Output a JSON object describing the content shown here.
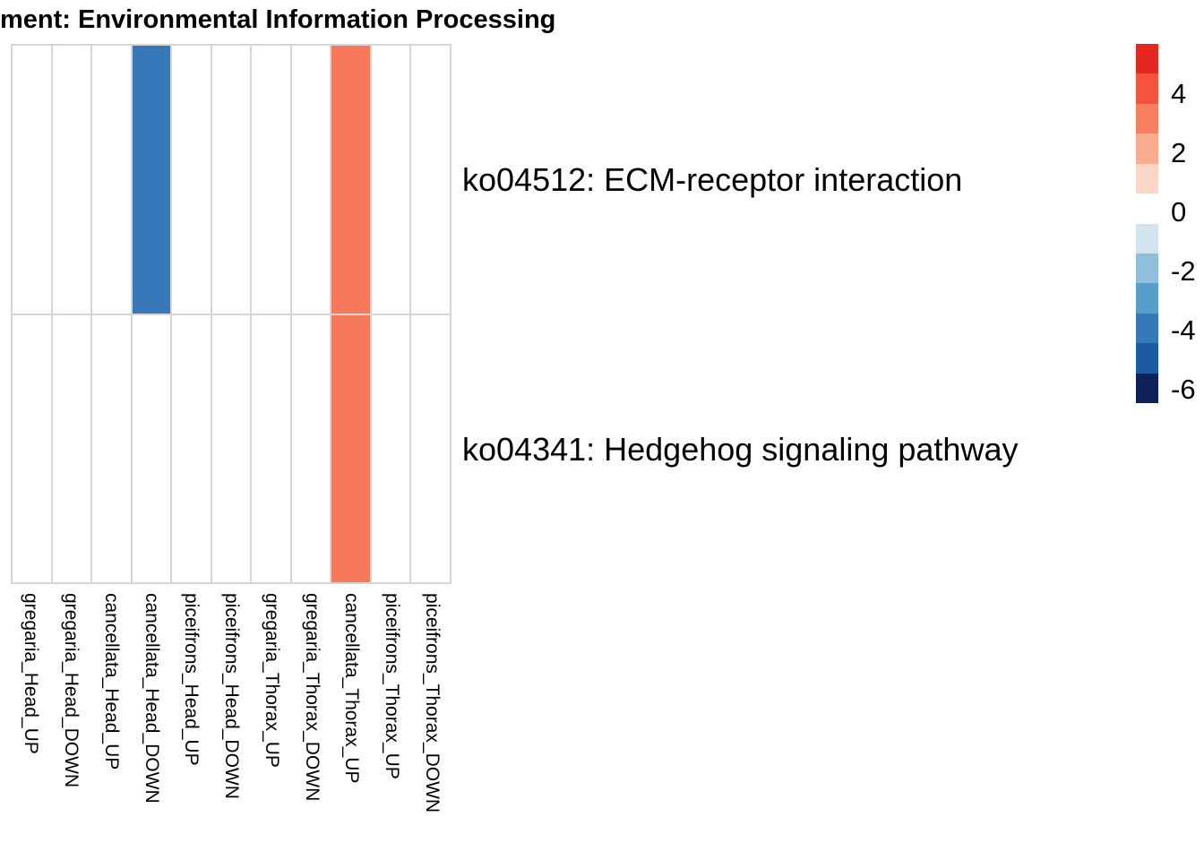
{
  "title": "ment: Environmental Information Processing",
  "chart_data": {
    "type": "heatmap",
    "title": "ment: Environmental Information Processing",
    "columns": [
      "gregaria_Head_UP",
      "gregaria_Head_DOWN",
      "cancellata_Head_UP",
      "cancellata_Head_DOWN",
      "piceifrons_Head_UP",
      "piceifrons_Head_DOWN",
      "gregaria_Thorax_UP",
      "gregaria_Thorax_DOWN",
      "cancellata_Thorax_UP",
      "piceifrons_Thorax_UP",
      "piceifrons_Thorax_DOWN"
    ],
    "rows": [
      "ko04512: ECM-receptor interaction",
      "ko04341: Hedgehog signaling pathway"
    ],
    "values": [
      [
        null,
        null,
        null,
        -4,
        null,
        null,
        null,
        null,
        3,
        null,
        null
      ],
      [
        null,
        null,
        null,
        null,
        null,
        null,
        null,
        null,
        3,
        null,
        null
      ]
    ],
    "highlight_cells": [
      {
        "row": 0,
        "col": 3,
        "value": -4,
        "color": "#3779b8"
      },
      {
        "row": 0,
        "col": 8,
        "value": 3,
        "color": "#f6795b"
      },
      {
        "row": 1,
        "col": 8,
        "value": 3,
        "color": "#f6795b"
      }
    ],
    "empty_cell_color": "#ffffff",
    "grid_line_color": "#d6d6d6",
    "legend": {
      "position": "right",
      "ticks": [
        4,
        2,
        0,
        -2,
        -4,
        -6
      ],
      "domain_min": -6.45,
      "domain_max": 5.7,
      "segment_colors": [
        "#e62621",
        "#f5533c",
        "#f87e60",
        "#f9ac8e",
        "#fcd6c6",
        "#ffffff",
        "#d3e4f1",
        "#90bedd",
        "#589ecb",
        "#3679b8",
        "#1c5aa6",
        "#0e2159"
      ]
    }
  }
}
